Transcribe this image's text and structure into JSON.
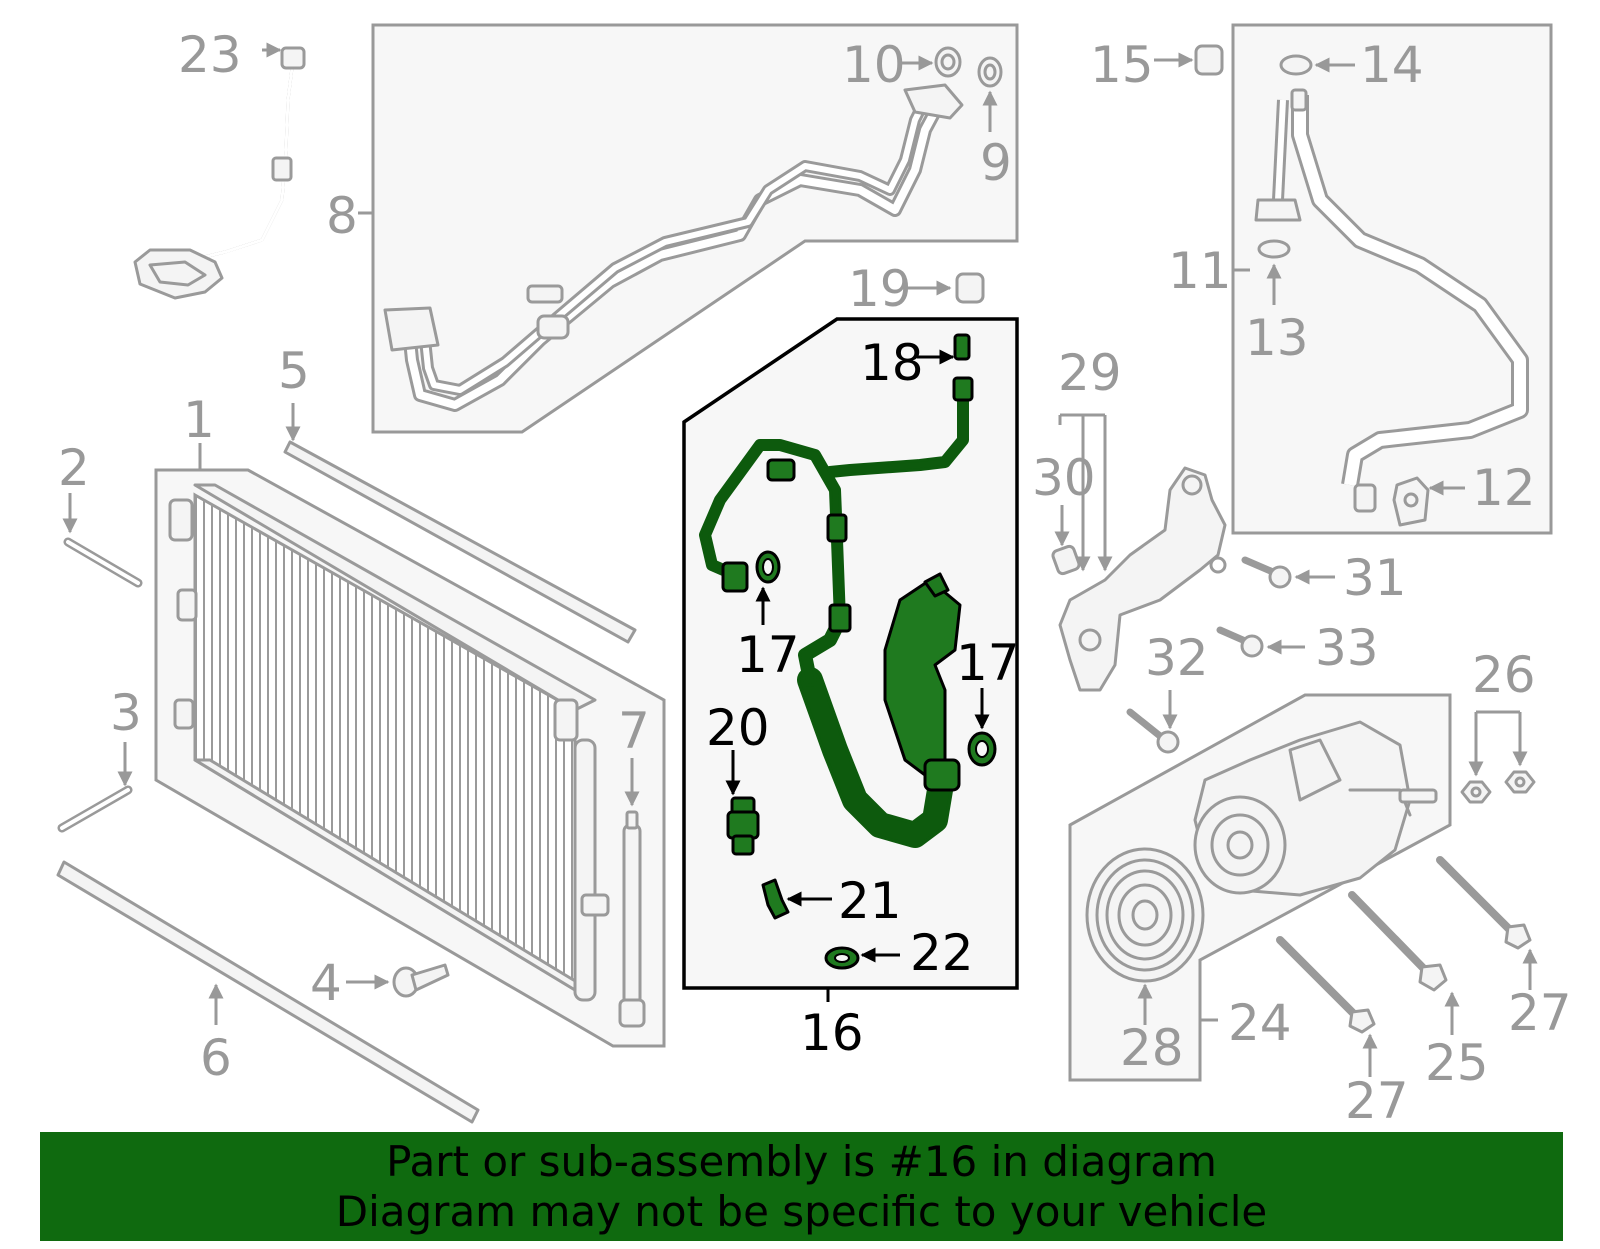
{
  "diagram": {
    "highlight_color": "#1f7a1f",
    "labels": {
      "c1": "1",
      "c2": "2",
      "c3": "3",
      "c4": "4",
      "c5": "5",
      "c6": "6",
      "c7": "7",
      "c8": "8",
      "c9": "9",
      "c10": "10",
      "c11": "11",
      "c12": "12",
      "c13": "13",
      "c14": "14",
      "c15": "15",
      "c16": "16",
      "c17a": "17",
      "c17b": "17",
      "c18": "18",
      "c19": "19",
      "c20": "20",
      "c21": "21",
      "c22": "22",
      "c23": "23",
      "c24": "24",
      "c25": "25",
      "c26": "26",
      "c27a": "27",
      "c27b": "27",
      "c28": "28",
      "c29": "29",
      "c30": "30",
      "c31": "31",
      "c32": "32",
      "c33": "33"
    }
  },
  "banner": {
    "color": "#0f6a0f",
    "line1": "Part or sub-assembly is #16 in diagram",
    "line2": "Diagram may not be specific to your vehicle"
  }
}
